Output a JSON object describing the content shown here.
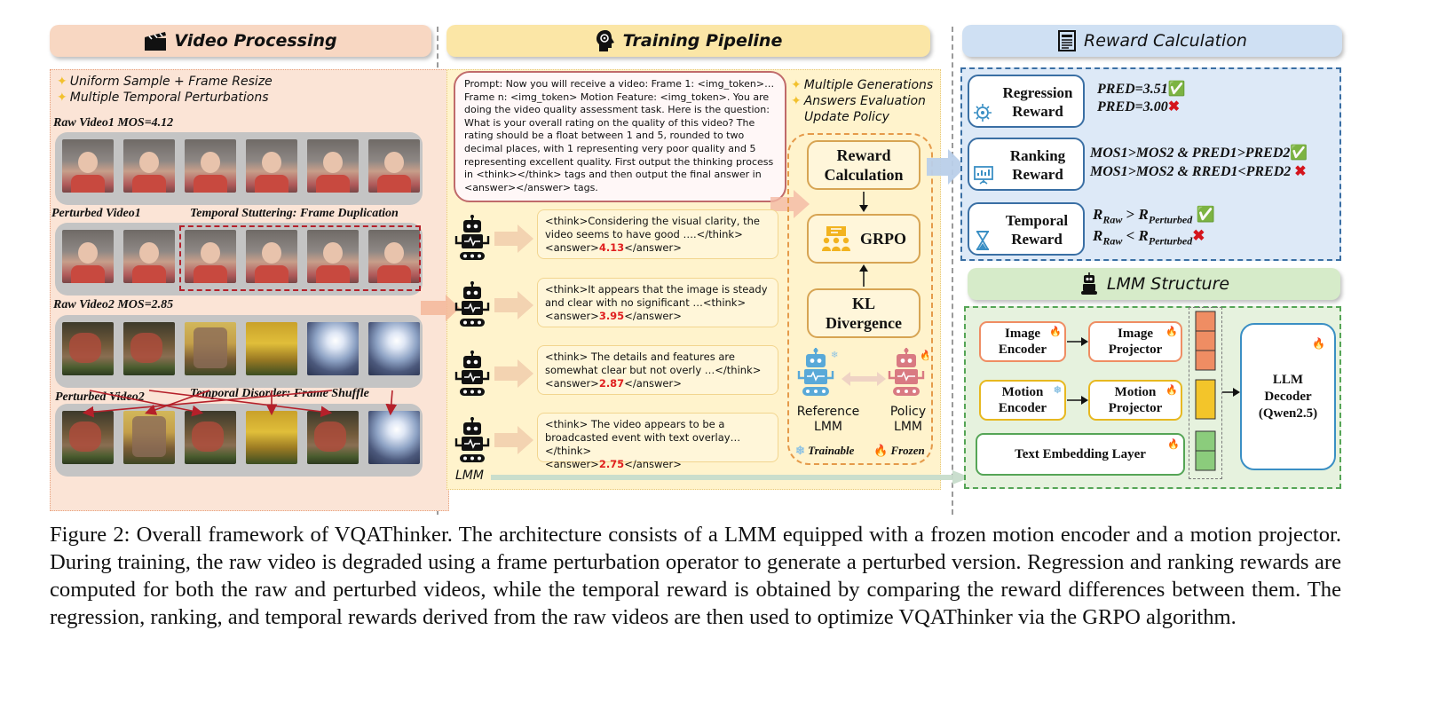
{
  "colors": {
    "video_header": "#f8d7c2",
    "training_header": "#fbe6a6",
    "reward_header": "#cfe0f3",
    "lmm_header": "#d6ebc9",
    "red_value": "#e02020",
    "check": "#1f9e3a",
    "cross": "#d4141c"
  },
  "video_processing": {
    "title": "Video Processing",
    "icon": "clapperboard-icon",
    "bullets": [
      "Uniform Sample + Frame Resize",
      "Multiple Temporal  Perturbations"
    ],
    "raw_video1_label": "Raw Video1 MOS=4.12",
    "perturbed_video1_label": "Perturbed Video1",
    "perturbation1_label": "Temporal Stuttering: Frame Duplication",
    "raw_video2_label": "Raw Video2 MOS=2.85",
    "perturbed_video2_label": "Perturbed Video2",
    "perturbation2_label": "Temporal Disorder: Frame Shuffle"
  },
  "training_pipeline": {
    "title": "Training Pipeline",
    "icon": "brain-head-icon",
    "prompt": "Prompt: Now you will receive a video: Frame 1: <img_token>… Frame n: <img_token> Motion Feature: <img_token>. You are doing the video quality assessment task. Here is the question: What is your overall rating on the quality of this video? The rating should be a float between 1 and 5, rounded to two decimal places, with 1 representing very poor quality and 5 representing excellent quality. First output the thinking process in <think></think> tags and then output the final answer in <answer></answer> tags.",
    "bullets": [
      "Multiple Generations",
      "Answers Evaluation",
      "Update Policy"
    ],
    "generations": [
      {
        "think": "<think>Considering the visual clarity, the video seems to have good ….</think>",
        "answer_open": "<answer>",
        "value": "4.13",
        "answer_close": "</answer>"
      },
      {
        "think": "<think>It appears that the image is steady and clear with no significant …<think>",
        "answer_open": "<answer>",
        "value": "3.95",
        "answer_close": "</answer>"
      },
      {
        "think": "<think> The details and features are somewhat clear but not overly …</think>",
        "answer_open": "<answer>",
        "value": "2.87",
        "answer_close": "</answer>"
      },
      {
        "think": "<think> The video appears to be a broadcasted event with text overlay…</think>",
        "answer_open": "<answer>",
        "value": "2.75",
        "answer_close": "</answer>"
      }
    ],
    "lmm_label": "LMM",
    "reward_calc": "Reward Calculation",
    "grpo": "GRPO",
    "kl": "KL Divergence",
    "reference_lmm": "Reference LMM",
    "policy_lmm": "Policy LMM",
    "legend_trainable": "Trainable",
    "legend_frozen": "Frozen"
  },
  "reward_calculation": {
    "title": "Reward Calculation",
    "icon": "document-list-icon",
    "regression": {
      "label": "Regression Reward",
      "icon": "lightbulb-gear-icon",
      "line1": "PRED=3.51",
      "line2": "PRED=3.00"
    },
    "ranking": {
      "label": "Ranking Reward",
      "icon": "presentation-chart-icon",
      "line1": "MOS1>MOS2 & PRED1>PRED2",
      "line2": "MOS1>MOS2 & RRED1<PRED2"
    },
    "temporal": {
      "label": "Temporal Reward",
      "icon": "hourglass-icon",
      "line1_a": "R",
      "line1_sub_a": "Raw",
      "line1_op": " > ",
      "line1_b": "R",
      "line1_sub_b": "Perturbed",
      "line2_a": "R",
      "line2_sub_a": "Raw",
      "line2_op": " < ",
      "line2_b": "R",
      "line2_sub_b": "Perturbed"
    }
  },
  "lmm_structure": {
    "title": "LMM Structure",
    "icon": "robot-icon",
    "image_encoder": "Image Encoder",
    "image_projector": "Image Projector",
    "motion_encoder": "Motion Encoder",
    "motion_projector": "Motion Projector",
    "text_embedding": "Text Embedding Layer",
    "llm_decoder": "LLM Decoder (Qwen2.5)"
  },
  "caption": "Figure 2: Overall framework of VQAThinker. The architecture consists of a LMM equipped with a frozen motion encoder and a motion projector. During training, the raw video is degraded using a frame perturbation operator to generate a perturbed version. Regression and ranking rewards are computed for both the raw and perturbed videos, while the temporal reward is obtained by comparing the reward differences between them. The regression, ranking, and temporal rewards derived from the raw videos are then used to optimize VQAThinker via the GRPO algorithm."
}
